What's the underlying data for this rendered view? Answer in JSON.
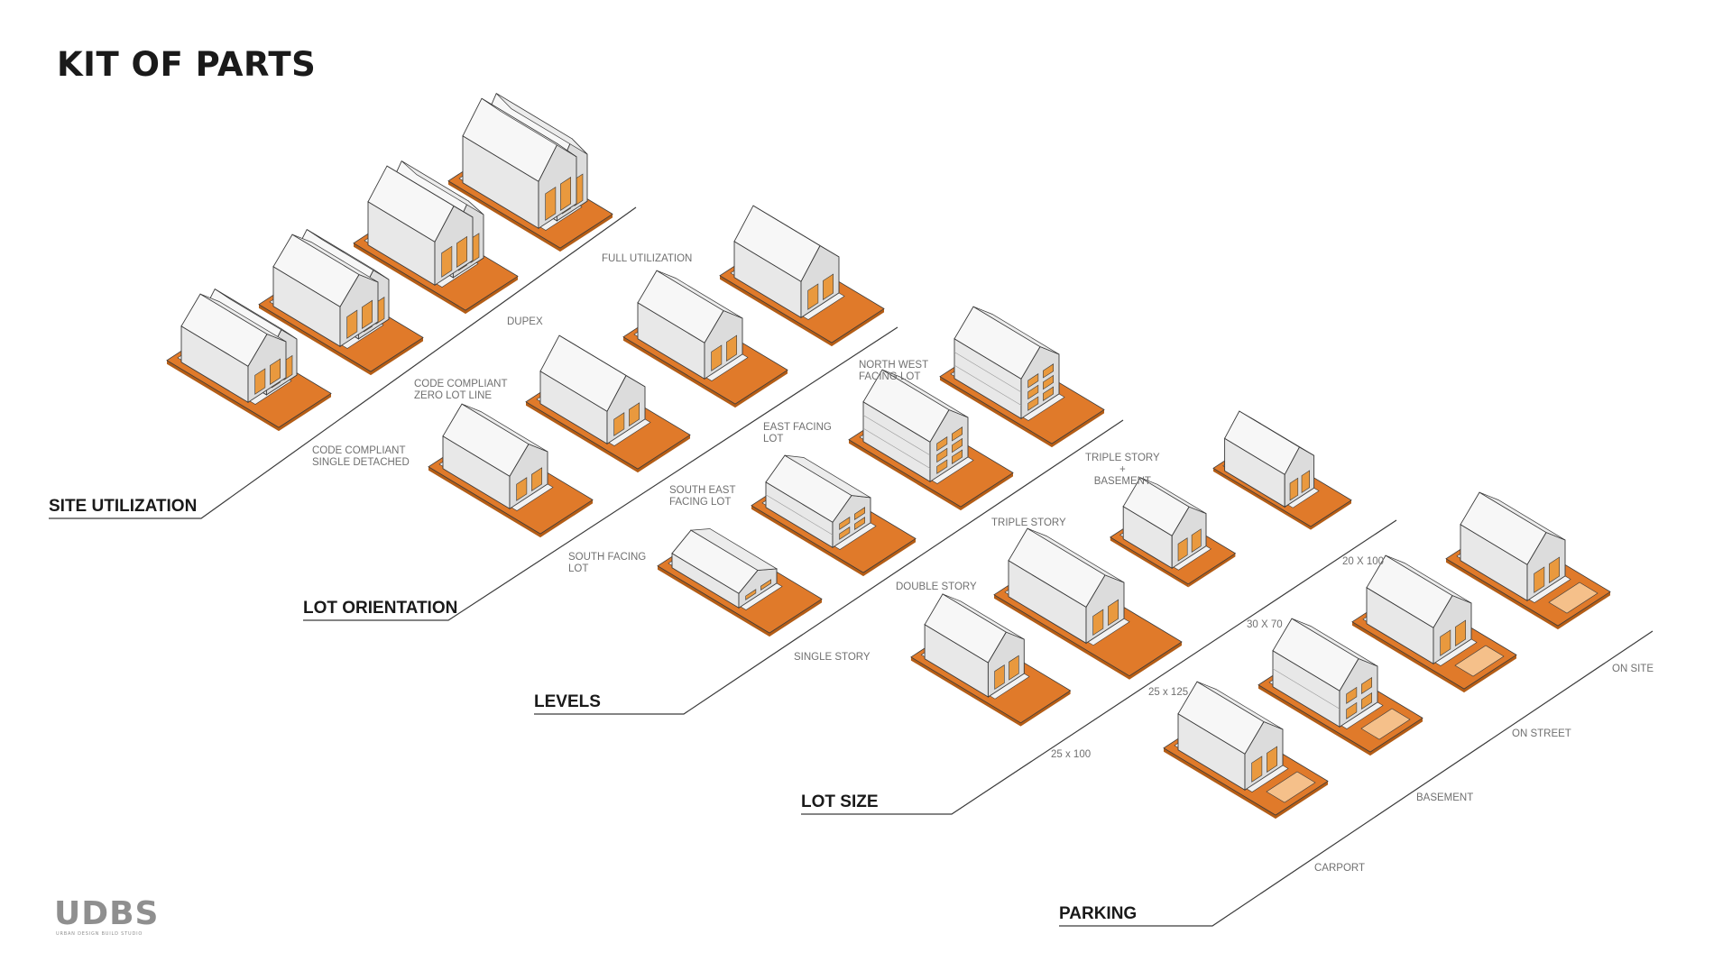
{
  "title": "KIT OF PARTS",
  "colors": {
    "ground": "#e07a2a",
    "ground_dark": "#b45d16",
    "opening": "#e9993e",
    "wall": "#e8e8e8",
    "roof": "#f7f7f7",
    "line": "#3a3a3a",
    "title": "#1a1a1a",
    "label": "#707070",
    "logo": "#8f8f8f"
  },
  "groups": [
    {
      "id": "site-utilization",
      "title": "SITE UTILIZATION",
      "items": [
        {
          "lines": [
            "CODE COMPLIANT",
            "SINGLE DETACHED"
          ]
        },
        {
          "lines": [
            "CODE COMPLIANT",
            "ZERO LOT LINE"
          ]
        },
        {
          "lines": [
            "DUPEX"
          ]
        },
        {
          "lines": [
            "FULL UTILIZATION"
          ]
        }
      ]
    },
    {
      "id": "lot-orientation",
      "title": "LOT ORIENTATION",
      "items": [
        {
          "lines": [
            "SOUTH FACING",
            "LOT"
          ]
        },
        {
          "lines": [
            "SOUTH EAST",
            "FACING LOT"
          ]
        },
        {
          "lines": [
            "EAST FACING",
            "LOT"
          ]
        },
        {
          "lines": [
            "NORTH WEST",
            "FACING LOT"
          ]
        }
      ]
    },
    {
      "id": "levels",
      "title": "LEVELS",
      "items": [
        {
          "lines": [
            "SINGLE STORY"
          ]
        },
        {
          "lines": [
            "DOUBLE STORY"
          ]
        },
        {
          "lines": [
            "TRIPLE STORY"
          ]
        },
        {
          "lines": [
            "TRIPLE STORY",
            "+",
            "BASEMENT"
          ]
        }
      ]
    },
    {
      "id": "lot-size",
      "title": "LOT SIZE",
      "items": [
        {
          "lines": [
            "25 x 100"
          ]
        },
        {
          "lines": [
            "25 x 125"
          ]
        },
        {
          "lines": [
            "30 X 70"
          ]
        },
        {
          "lines": [
            "20 X 100"
          ]
        }
      ]
    },
    {
      "id": "parking",
      "title": "PARKING",
      "items": [
        {
          "lines": [
            "CARPORT"
          ]
        },
        {
          "lines": [
            "BASEMENT"
          ]
        },
        {
          "lines": [
            "ON STREET"
          ]
        },
        {
          "lines": [
            "ON SITE"
          ]
        }
      ]
    }
  ],
  "logo": {
    "mark": "UDBS",
    "subtitle": "URBAN DESIGN BUILD STUDIO"
  }
}
